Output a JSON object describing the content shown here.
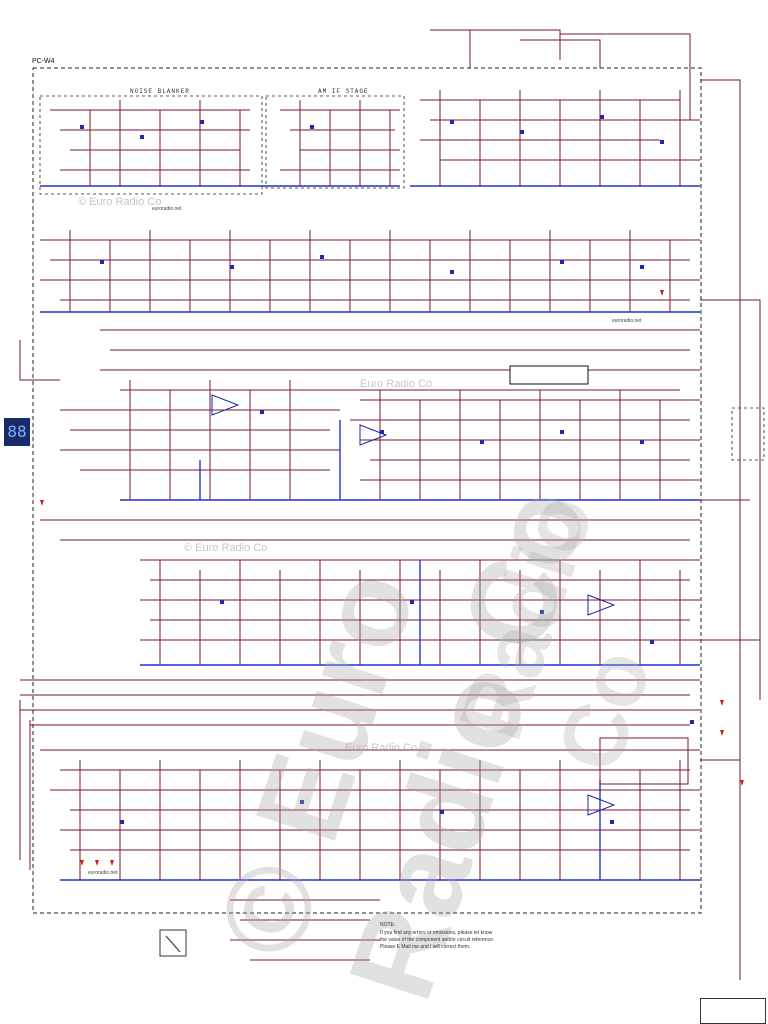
{
  "sheet": {
    "board_label": "PC-W4",
    "box_titles": [
      "NOISE BLANKER",
      "AM IF STAGE"
    ],
    "watermark_small": [
      "© Euro Radio Co",
      "Euro Radio Co",
      "© Euro Radio Co",
      "Euro Radio Co"
    ],
    "site_text": "euroradio.net",
    "watermark_big": [
      "© Euro Radio Co",
      "Radio Co"
    ],
    "display_digits": "88",
    "note_heading": "NOTE:",
    "note_text": "If you find any errors or omissions, please let know the value of the component and/or circuit reference. Please E Mail me and I will correct them."
  }
}
